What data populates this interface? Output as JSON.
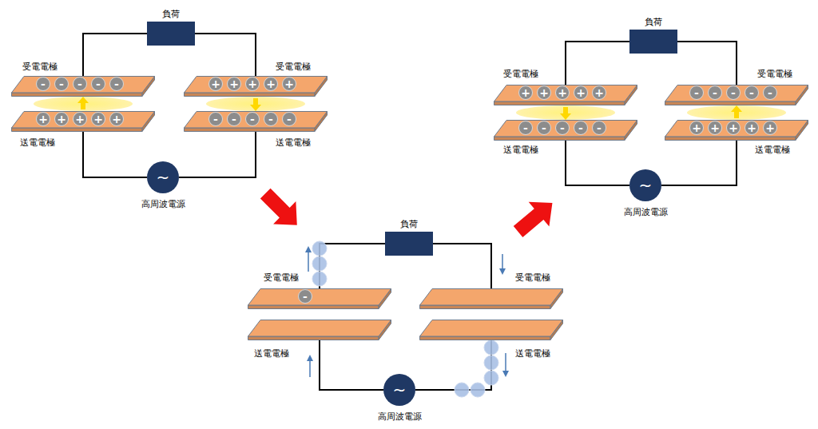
{
  "diagram": {
    "nodes": [
      {
        "text": [
          "負荷"
        ]
      },
      {
        "text": [
          "受電電極"
        ]
      },
      {
        "text": [
          "-"
        ],
        "in": 1
      },
      {
        "text": [
          "-"
        ],
        "in": 1
      },
      {
        "text": [
          "-"
        ],
        "in": 1
      },
      {
        "text": [
          "-"
        ],
        "in": 1
      },
      {
        "text": [
          "-"
        ],
        "in": 1
      },
      {
        "text": [
          "受電電極"
        ]
      },
      {
        "text": [
          "+"
        ],
        "in": 7
      },
      {
        "text": [
          "+"
        ],
        "in": 7
      },
      {
        "text": [
          "+"
        ],
        "in": 7
      },
      {
        "text": [
          "+"
        ],
        "in": 7
      },
      {
        "text": [
          "+"
        ],
        "in": 7
      },
      {
        "text": [
          "送電電極"
        ]
      },
      {
        "text": [
          "+"
        ],
        "in": 13
      },
      {
        "text": [
          "+"
        ],
        "in": 13
      },
      {
        "text": [
          "+"
        ],
        "in": 13
      },
      {
        "text": [
          "+"
        ],
        "in": 13
      },
      {
        "text": [
          "+"
        ],
        "in": 13
      },
      {
        "text": [
          "送電電極"
        ]
      },
      {
        "text": [
          "-"
        ],
        "in": 19
      },
      {
        "text": [
          "-"
        ],
        "in": 19
      },
      {
        "text": [
          "-"
        ],
        "in": 19
      },
      {
        "text": [
          "-"
        ],
        "in": 19
      },
      {
        "text": [
          "-"
        ],
        "in": 19
      },
      {
        "text": [
          "~",
          "高周波電源"
        ]
      },
      {
        "text": [
          "負荷"
        ]
      },
      {
        "text": [
          "受電電極"
        ]
      },
      {
        "text": [
          "-"
        ],
        "in": 27
      },
      {
        "text": [
          "受電電極"
        ]
      },
      {
        "text": [
          "送電電極"
        ]
      },
      {
        "text": [
          "送電電極"
        ]
      },
      {
        "text": [
          "~",
          "高周波電源"
        ]
      },
      {
        "text": [
          "負荷"
        ]
      },
      {
        "text": [
          "受電電極"
        ]
      },
      {
        "text": [
          "+"
        ],
        "in": 34
      },
      {
        "text": [
          "+"
        ],
        "in": 34
      },
      {
        "text": [
          "+"
        ],
        "in": 34
      },
      {
        "text": [
          "+"
        ],
        "in": 34
      },
      {
        "text": [
          "+"
        ],
        "in": 34
      },
      {
        "text": [
          "受電電極"
        ]
      },
      {
        "text": [
          "-"
        ],
        "in": 40
      },
      {
        "text": [
          "-"
        ],
        "in": 40
      },
      {
        "text": [
          "-"
        ],
        "in": 40
      },
      {
        "text": [
          "-"
        ],
        "in": 40
      },
      {
        "text": [
          "-"
        ],
        "in": 40
      },
      {
        "text": [
          "送電電極"
        ]
      },
      {
        "text": [
          "-"
        ],
        "in": 46
      },
      {
        "text": [
          "-"
        ],
        "in": 46
      },
      {
        "text": [
          "-"
        ],
        "in": 46
      },
      {
        "text": [
          "-"
        ],
        "in": 46
      },
      {
        "text": [
          "-"
        ],
        "in": 46
      },
      {
        "text": [
          "送電電極"
        ]
      },
      {
        "text": [
          "+"
        ],
        "in": 52
      },
      {
        "text": [
          "+"
        ],
        "in": 52
      },
      {
        "text": [
          "+"
        ],
        "in": 52
      },
      {
        "text": [
          "+"
        ],
        "in": 52
      },
      {
        "text": [
          "+"
        ],
        "in": 52
      },
      {
        "text": [
          "~",
          "高周波電源"
        ]
      }
    ],
    "edges": [
      {
        "from": 0,
        "to": 1,
        "arrow": "none"
      },
      {
        "from": 0,
        "to": 7,
        "arrow": "none"
      },
      {
        "from": 25,
        "to": 13,
        "arrow": "none"
      },
      {
        "from": 25,
        "to": 19,
        "arrow": "none"
      },
      {
        "from": 26,
        "to": 27,
        "arrow": "none"
      },
      {
        "from": 26,
        "to": 29,
        "arrow": "none"
      },
      {
        "from": 32,
        "to": 30,
        "arrow": "none"
      },
      {
        "from": 32,
        "to": 31,
        "arrow": "none"
      },
      {
        "from": 33,
        "to": 34,
        "arrow": "none"
      },
      {
        "from": 33,
        "to": 40,
        "arrow": "none"
      },
      {
        "from": 58,
        "to": 46,
        "arrow": "none"
      },
      {
        "from": 58,
        "to": 52,
        "arrow": "none"
      }
    ]
  }
}
